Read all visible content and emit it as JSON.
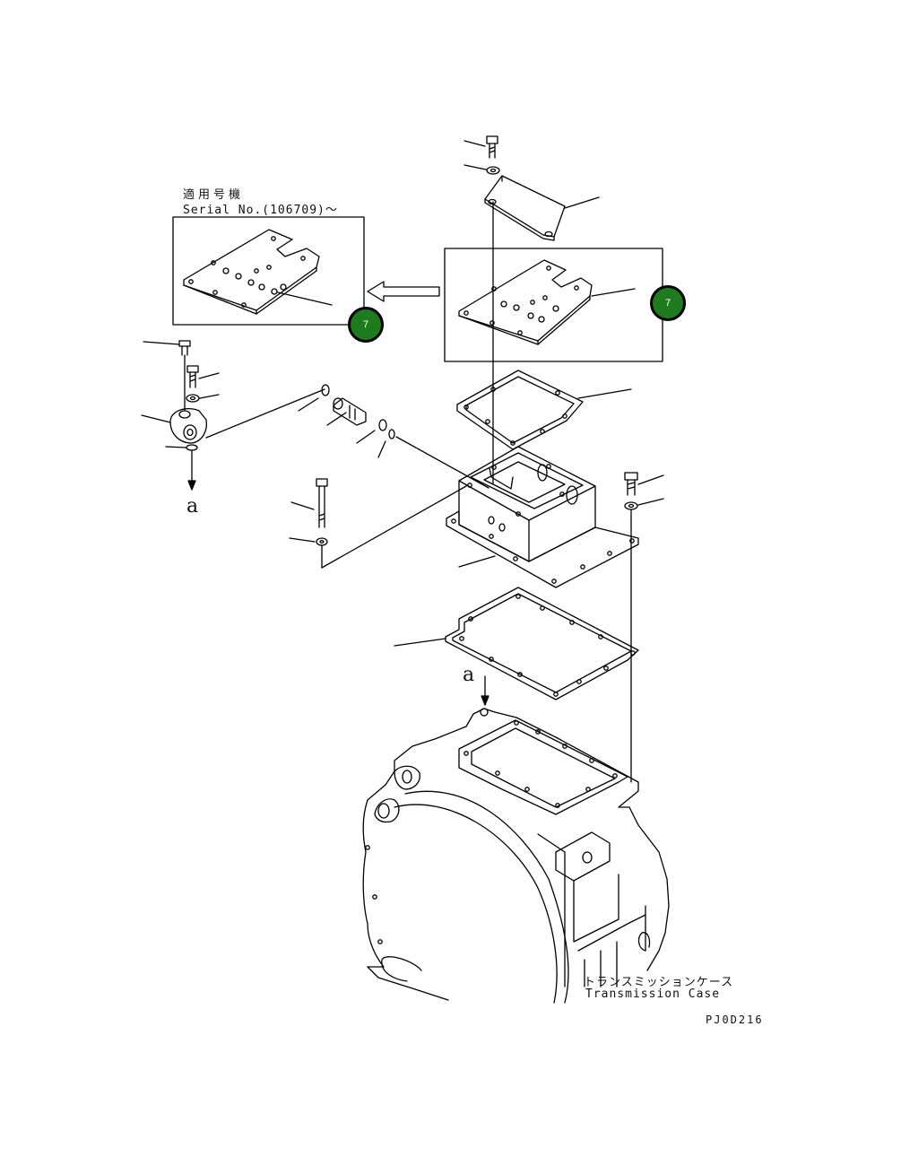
{
  "applicable_serial": {
    "label_jp": "適用号機",
    "label_en": "Serial No.(106709)～"
  },
  "callouts": [
    {
      "text": "7"
    },
    {
      "text": "7"
    }
  ],
  "arrow_label_top": "a",
  "arrow_label_bottom": "a",
  "case_label": {
    "jp": "トランスミッションケース",
    "en": "Transmission Case"
  },
  "drawing_code": "PJ0D216",
  "colors": {
    "line": "#000000",
    "callout_fill": "#1e7b1e",
    "background": "#ffffff"
  }
}
